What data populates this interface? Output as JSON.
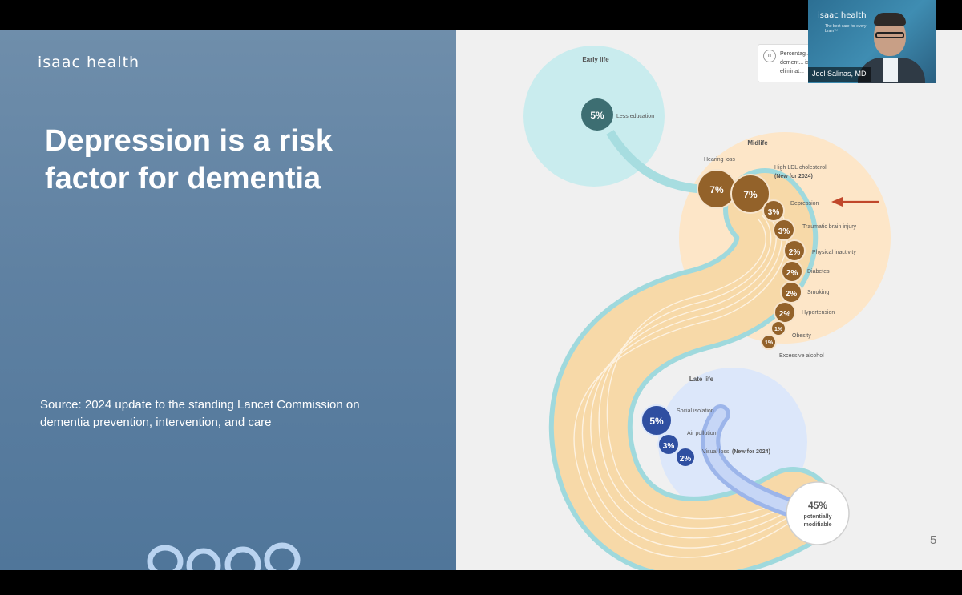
{
  "slide": {
    "logo_text": "isaac health",
    "title": "Depression is a risk factor for dementia",
    "source": "Source: 2024 update to the standing Lancet Commission on dementia prevention, intervention, and care",
    "page_number": "5"
  },
  "video": {
    "logo_text": "isaac health",
    "tagline": "The best care for every brain™",
    "participant_name": "Joel Salinas, MD"
  },
  "legend": {
    "symbol": "n",
    "text": "Percentag... of dement... is eliminat..."
  },
  "figure": {
    "early_life": {
      "label": "Early life",
      "factors": [
        {
          "value": "5%",
          "label": "Less education"
        }
      ]
    },
    "midlife": {
      "label": "Midlife",
      "factors": [
        {
          "value": "7%",
          "label": "Hearing loss"
        },
        {
          "value": "7%",
          "label": "High LDL cholesterol",
          "note": "(New for 2024)"
        },
        {
          "value": "3%",
          "label": "Depression"
        },
        {
          "value": "3%",
          "label": "Traumatic brain injury"
        },
        {
          "value": "2%",
          "label": "Physical inactivity"
        },
        {
          "value": "2%",
          "label": "Diabetes"
        },
        {
          "value": "2%",
          "label": "Smoking"
        },
        {
          "value": "2%",
          "label": "Hypertension"
        },
        {
          "value": "1%",
          "label": "Obesity"
        },
        {
          "value": "1%",
          "label": "Excessive alcohol"
        }
      ]
    },
    "late_life": {
      "label": "Late life",
      "factors": [
        {
          "value": "5%",
          "label": "Social isolation"
        },
        {
          "value": "3%",
          "label": "Air pollution"
        },
        {
          "value": "2%",
          "label": "Visual loss",
          "note": "(New for 2024)"
        }
      ]
    },
    "total": {
      "value": "45%",
      "line1": "potentially",
      "line2": "modifiable"
    },
    "colors": {
      "early": "#3d6e72",
      "mid": "#93622a",
      "late": "#2f4fa1",
      "arrow": "#c0472b"
    }
  }
}
